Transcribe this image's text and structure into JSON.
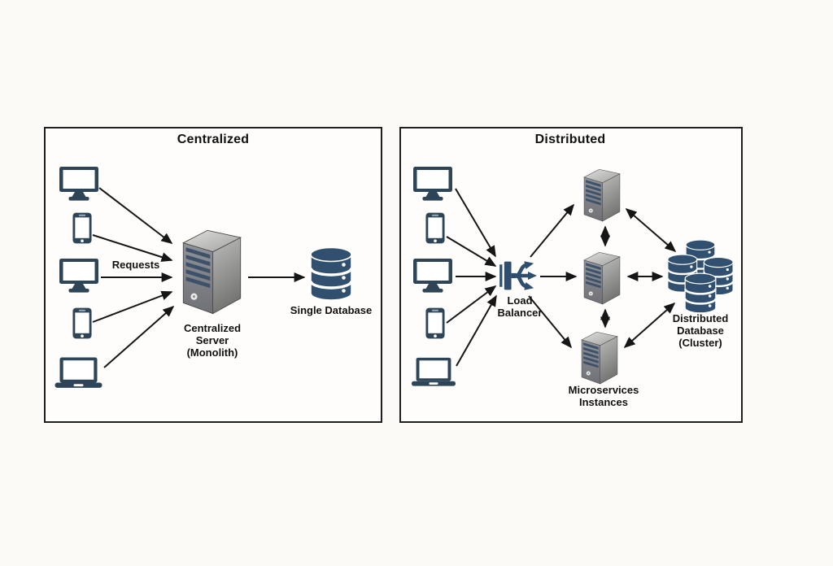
{
  "diagram": {
    "centralized": {
      "title": "Centralized",
      "requests_label": "Requests",
      "server_label": "Centralized\nServer\n(Monolith)",
      "database_label": "Single Database",
      "clients": [
        "desktop-monitor",
        "smartphone",
        "desktop-monitor",
        "smartphone",
        "laptop"
      ]
    },
    "distributed": {
      "title": "Distributed",
      "load_balancer_label": "Load\nBalancer",
      "microservices_label": "Microservices\nInstances",
      "database_label": "Distributed\nDatabase\n(Cluster)",
      "clients": [
        "desktop-monitor",
        "smartphone",
        "desktop-monitor",
        "smartphone",
        "laptop"
      ],
      "server_instances": 3,
      "database_cylinders": 4
    },
    "icon_names": [
      "monitor-icon",
      "phone-icon",
      "laptop-icon",
      "server-tower-icon",
      "database-icon",
      "database-cluster-icon",
      "load-balancer-icon"
    ]
  },
  "colors": {
    "device": "#2e4558",
    "database": "#31506f",
    "loadbalancer": "#2f4d6c",
    "stripe": "#3d5269",
    "arrow": "#161616",
    "border": "#1f1f1f",
    "background": "#fbfaf6",
    "panel": "#fefdfb"
  }
}
